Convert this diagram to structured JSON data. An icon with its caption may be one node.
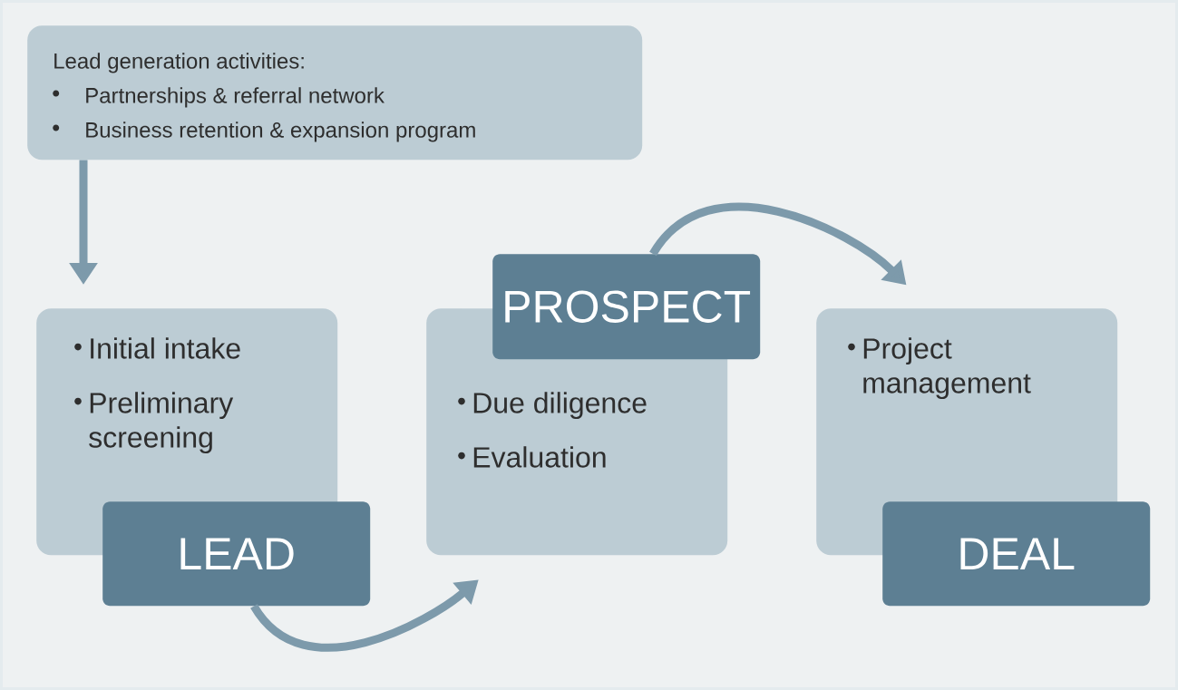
{
  "diagram": {
    "nodes": [
      {
        "text": [
          "Lead generation activities:",
          "Partnerships & referral network",
          "Business retention & expansion program"
        ]
      },
      {
        "text": [
          "Initial intake",
          "Preliminary screening"
        ]
      },
      {
        "text": [
          "LEAD"
        ]
      },
      {
        "text": [
          "Due diligence",
          "Evaluation"
        ]
      },
      {
        "text": [
          "PROSPECT"
        ]
      },
      {
        "text": [
          "Project management"
        ]
      },
      {
        "text": [
          "DEAL"
        ]
      }
    ],
    "edges": [
      {
        "from": 0,
        "to": 1,
        "arrow": "to"
      },
      {
        "from": 2,
        "to": 3,
        "arrow": "to"
      },
      {
        "from": 4,
        "to": 5,
        "arrow": "to"
      }
    ]
  }
}
